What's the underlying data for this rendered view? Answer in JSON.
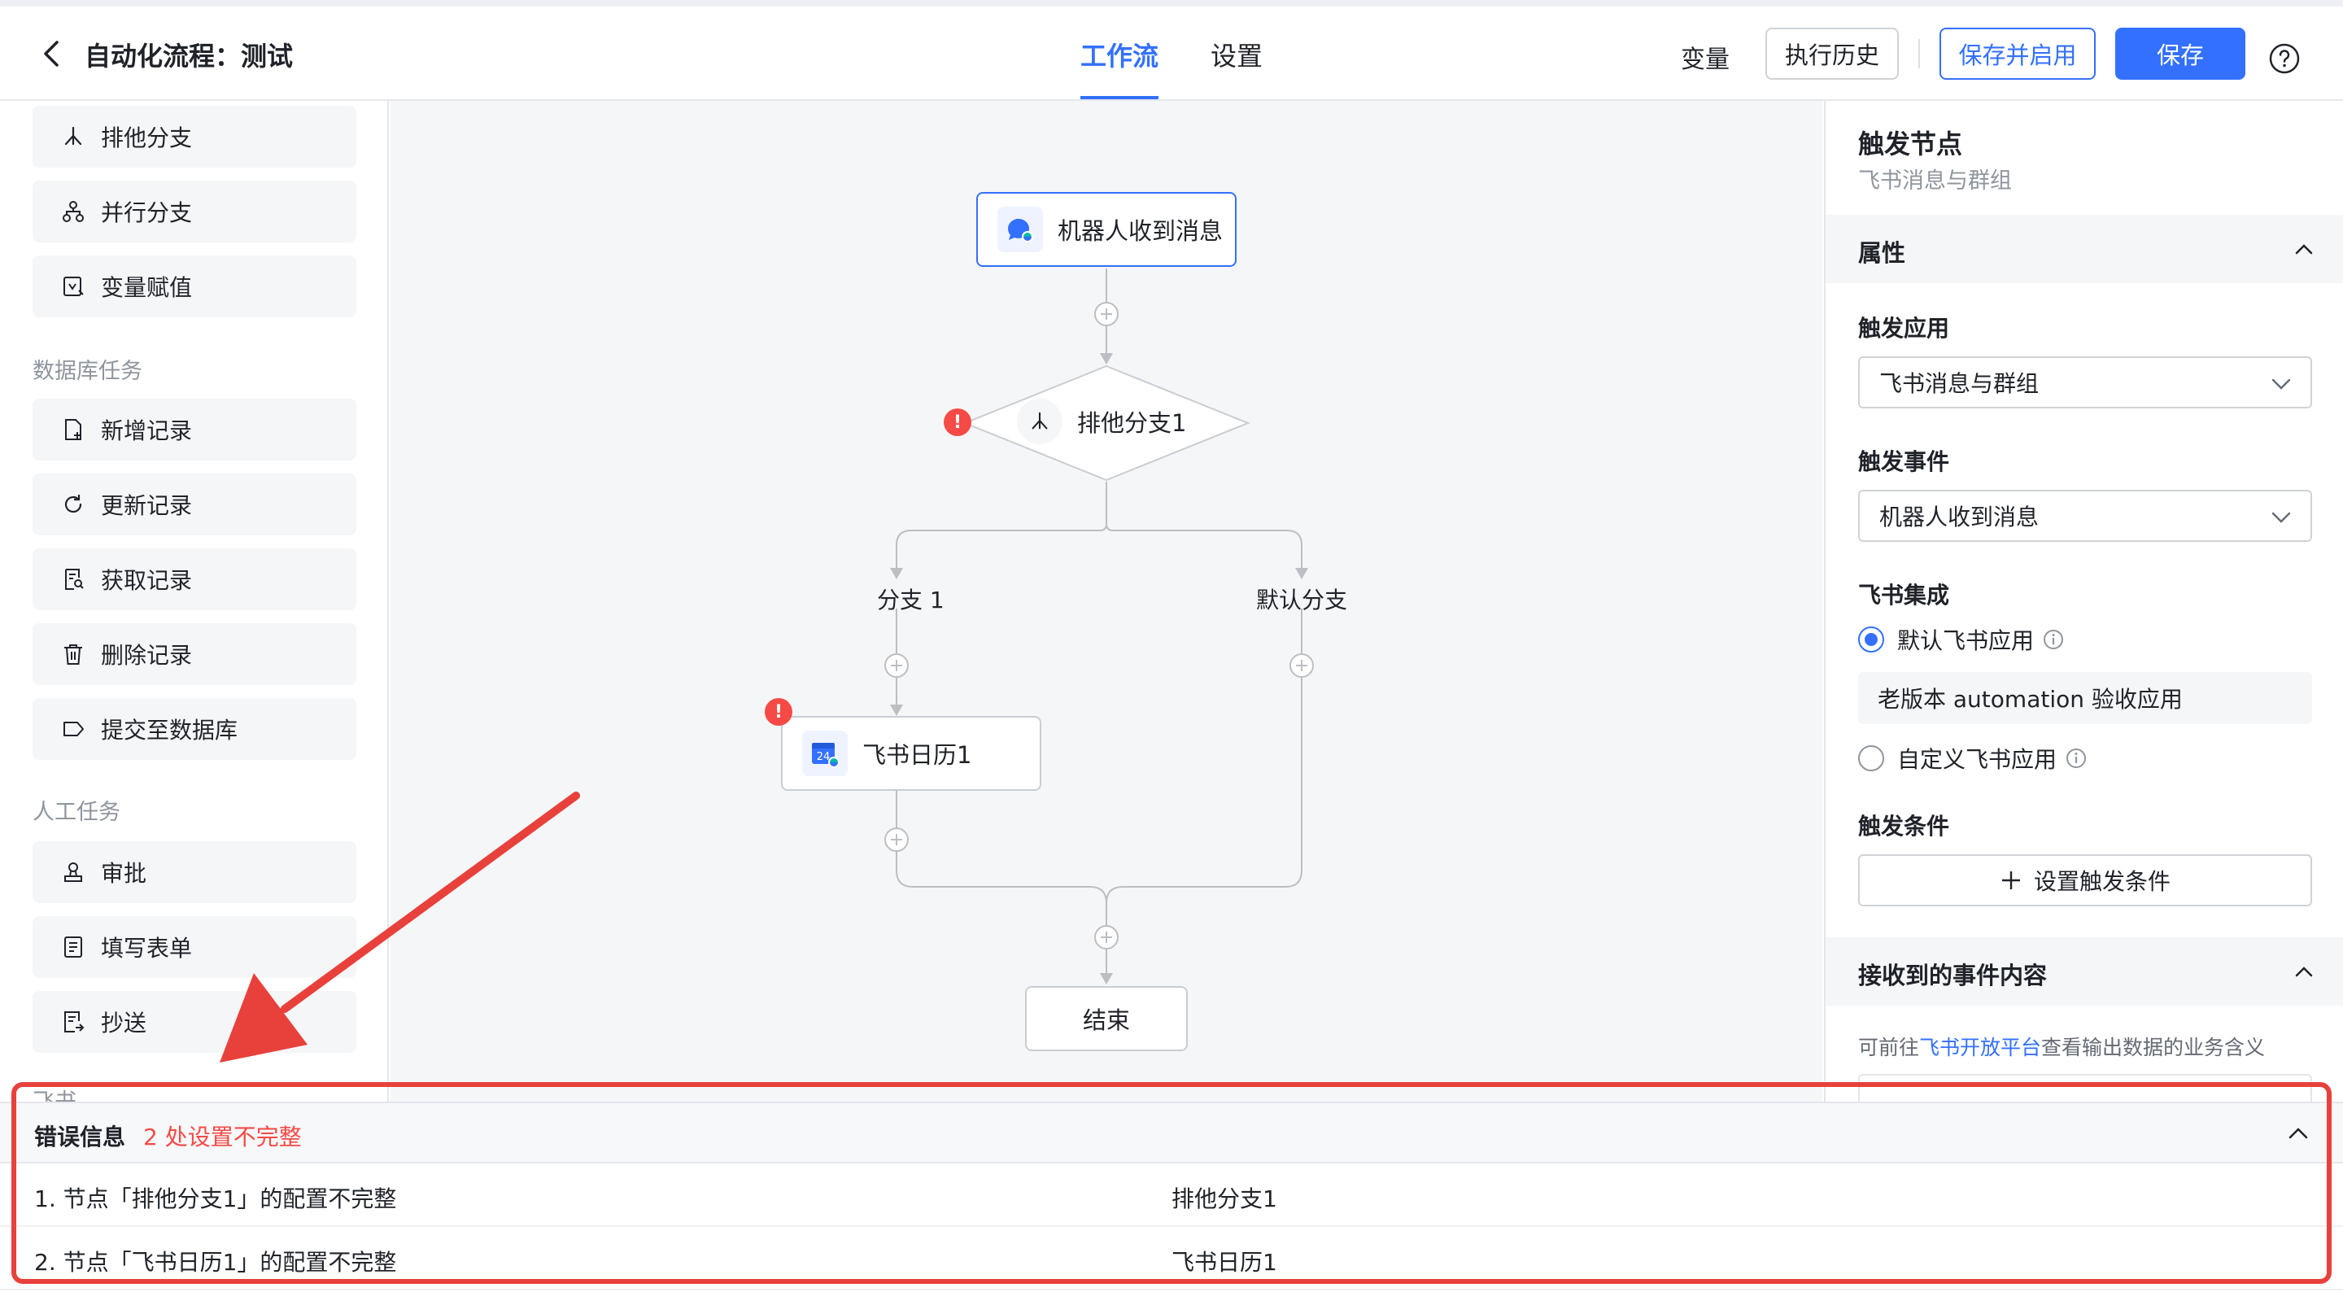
{
  "header": {
    "back_label": "",
    "title": "自动化流程：测试",
    "tabs": [
      {
        "label": "工作流"
      },
      {
        "label": "设置"
      }
    ],
    "variables_label": "变量",
    "history_label": "执行历史",
    "save_enable_label": "保存并启用",
    "save_label": "保存"
  },
  "left_panel": {
    "items_top": [
      {
        "label": "排他分支",
        "icon": "exclusive-branch-icon"
      },
      {
        "label": "并行分支",
        "icon": "parallel-branch-icon"
      },
      {
        "label": "变量赋值",
        "icon": "variable-assign-icon"
      }
    ],
    "section_db": "数据库任务",
    "items_db": [
      {
        "label": "新增记录",
        "icon": "add-record-icon"
      },
      {
        "label": "更新记录",
        "icon": "refresh-icon"
      },
      {
        "label": "获取记录",
        "icon": "search-record-icon"
      },
      {
        "label": "删除记录",
        "icon": "trash-icon"
      },
      {
        "label": "提交至数据库",
        "icon": "tag-icon"
      }
    ],
    "section_human": "人工任务",
    "items_human": [
      {
        "label": "审批",
        "icon": "approver-icon"
      },
      {
        "label": "填写表单",
        "icon": "form-icon"
      },
      {
        "label": "抄送",
        "icon": "cc-icon"
      }
    ],
    "section_cutoff": "飞书"
  },
  "canvas": {
    "trigger_node": "机器人收到消息",
    "branch_node": "排他分支1",
    "branch_1_label": "分支 1",
    "branch_default_label": "默认分支",
    "calendar_node": "飞书日历1",
    "end_node": "结束",
    "error_mark": "!"
  },
  "right_panel": {
    "title": "触发节点",
    "subtitle": "飞书消息与群组",
    "section_props": "属性",
    "trigger_app_label": "触发应用",
    "trigger_app_value": "飞书消息与群组",
    "trigger_event_label": "触发事件",
    "trigger_event_value": "机器人收到消息",
    "integration_label": "飞书集成",
    "radio_default": "默认飞书应用",
    "default_app_name": "老版本 automation 验收应用",
    "radio_custom": "自定义飞书应用",
    "condition_label": "触发条件",
    "condition_button": "设置触发条件",
    "section_event": "接收到的事件内容",
    "note_prefix": "可前往",
    "note_link": "飞书开放平台",
    "note_suffix": "查看输出数据的业务含义"
  },
  "errors": {
    "title": "错误信息",
    "count_text": "2 处设置不完整",
    "rows": [
      {
        "message": "1. 节点「排他分支1」的配置不完整",
        "node": "排他分支1"
      },
      {
        "message": "2. 节点「飞书日历1」的配置不完整",
        "node": "飞书日历1"
      }
    ]
  },
  "colors": {
    "accent": "#3370ff",
    "error": "#f54a45",
    "annotation": "#e8413c"
  }
}
